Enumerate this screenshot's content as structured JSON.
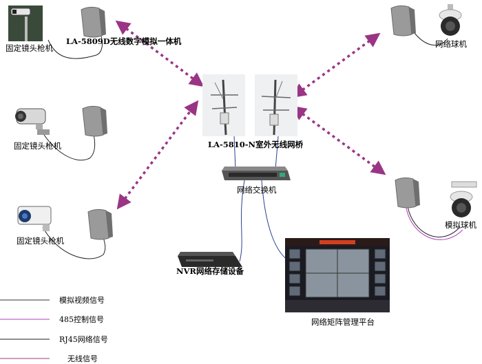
{
  "devices": {
    "cam_top_left_label": "固定镜头枪机",
    "integrated_unit_label": "LA-5809D无线数字模拟一体机",
    "cam_mid_left_label": "固定镜头枪机",
    "cam_bottom_left_label": "固定镜头枪机",
    "bridge_label": "LA-5810-N室外无线网桥",
    "switch_label": "网络交换机",
    "nvr_label": "NVR网络存储设备",
    "platform_label": "网络矩阵管理平台",
    "dome_net_label": "网络球机",
    "dome_analog_label": "模拟球机"
  },
  "legend": [
    {
      "label": "模拟视频信号",
      "color": "#333333"
    },
    {
      "label": "485控制信号",
      "color": "#b03cb8"
    },
    {
      "label": "RJ45网络信号",
      "color": "#1a1a1a"
    },
    {
      "label": "无线信号",
      "color": "#a03a8a"
    }
  ],
  "colors": {
    "wireless": "#9a3585",
    "rj45": "#2a3f8f",
    "analog": "#222222",
    "rs485": "#b03cb8"
  }
}
